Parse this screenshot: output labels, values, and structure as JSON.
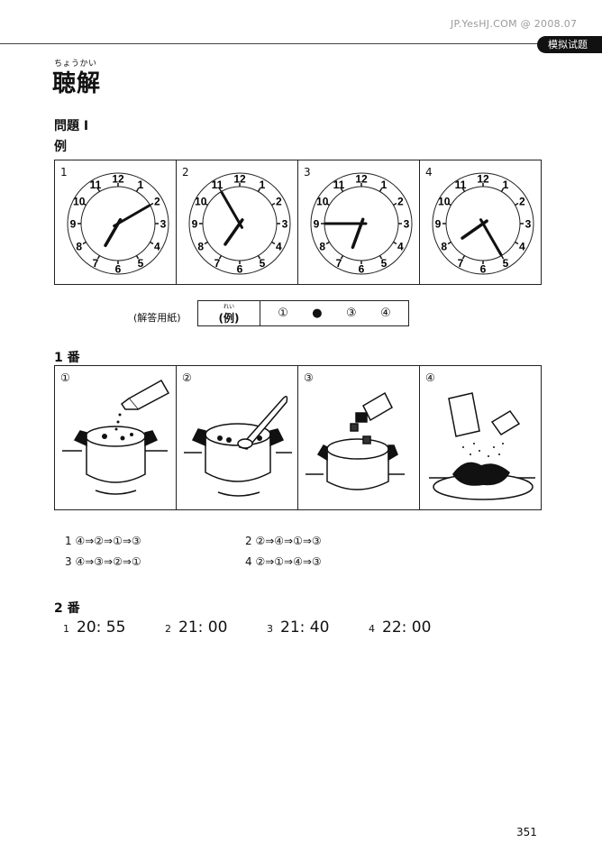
{
  "header": {
    "watermark": "JP.YesHJ.COM @ 2008.07",
    "section_tab": "模拟试题"
  },
  "title": {
    "furigana": "ちょうかい",
    "text": "聴解"
  },
  "mondai": "問題 I",
  "example": {
    "label": "例",
    "clocks": [
      {
        "num": "1",
        "hour_hand_deg": 210,
        "minute_hand_deg": 60,
        "time": "7:10"
      },
      {
        "num": "2",
        "hour_hand_deg": 215,
        "minute_hand_deg": 330,
        "time": "6:55"
      },
      {
        "num": "3",
        "hour_hand_deg": 200,
        "minute_hand_deg": 270,
        "time": "6:45"
      },
      {
        "num": "4",
        "hour_hand_deg": 235,
        "minute_hand_deg": 150,
        "time": "7:25"
      }
    ],
    "clock_numbers": [
      "12",
      "1",
      "2",
      "3",
      "4",
      "5",
      "6",
      "7",
      "8",
      "9",
      "10",
      "11"
    ],
    "answer_sheet": {
      "label": "(解答用紙)",
      "example_furigana": "れい",
      "example_label": "(例)",
      "options": [
        "①",
        "●",
        "③",
        "④"
      ]
    }
  },
  "q1": {
    "label": "1 番",
    "pictures": [
      {
        "num": "①",
        "description": "pouring seasoning from bottle into pot"
      },
      {
        "num": "②",
        "description": "stirring pot with wooden spoon"
      },
      {
        "num": "③",
        "description": "adding cubes from box into pot"
      },
      {
        "num": "④",
        "description": "sprinkling salt and pepper on plated dish"
      }
    ],
    "choices": [
      {
        "num": "1",
        "text": "④⇒②⇒①⇒③"
      },
      {
        "num": "2",
        "text": "②⇒④⇒①⇒③"
      },
      {
        "num": "3",
        "text": "④⇒③⇒②⇒①"
      },
      {
        "num": "4",
        "text": "②⇒①⇒④⇒③"
      }
    ]
  },
  "q2": {
    "label": "2 番",
    "choices": [
      {
        "num": "1",
        "text": "20: 55"
      },
      {
        "num": "2",
        "text": "21: 00"
      },
      {
        "num": "3",
        "text": "21: 40"
      },
      {
        "num": "4",
        "text": "22: 00"
      }
    ]
  },
  "page_number": "351"
}
